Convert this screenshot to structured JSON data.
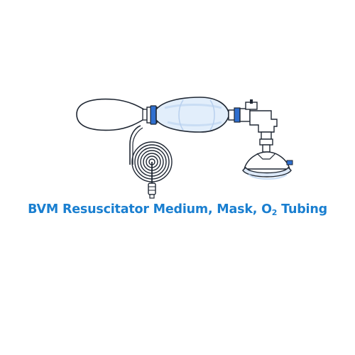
{
  "caption": {
    "text_before": "BVM Resuscitator Medium, Mask, O",
    "subscript": "2",
    "text_after": " Tubing",
    "color": "#1a7fd0"
  },
  "colors": {
    "outline": "#1f2733",
    "bag_fill": "#e2eefb",
    "bag_shade": "#c9ddf4",
    "mask_fill": "#dde9f8",
    "connector_blue": "#2f6fcf",
    "reservoir_fill": "#ffffff"
  },
  "icons": [
    "reservoir-bag-icon",
    "oxygen-tubing-coil-icon",
    "squeeze-bag-icon",
    "valve-connector-icon",
    "face-mask-icon"
  ]
}
